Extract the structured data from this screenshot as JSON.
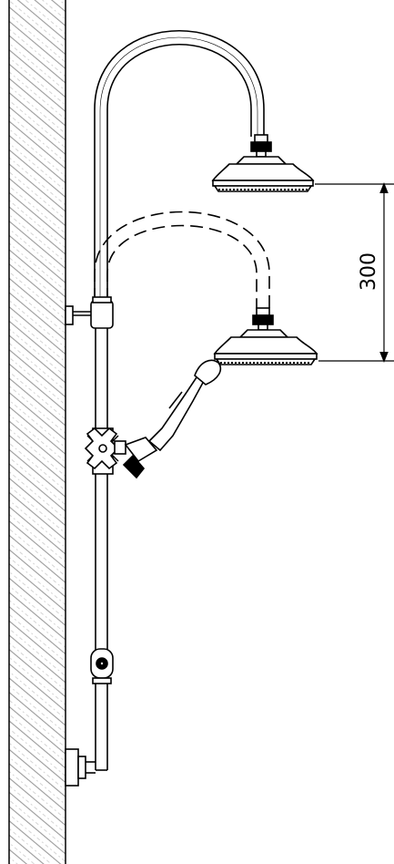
{
  "drawing": {
    "dimension_label": "300",
    "colors": {
      "line": "#000000",
      "wall_hatch": "#9a9a9a",
      "background": "#ffffff"
    },
    "components": [
      "wall",
      "riser-pipe",
      "gooseneck-arm",
      "overhead-shower-head-upper",
      "overhead-shower-head-lower",
      "wall-bracket",
      "diverter-valve",
      "hand-shower",
      "bottom-connector",
      "wall-inlet",
      "height-dimension"
    ]
  }
}
